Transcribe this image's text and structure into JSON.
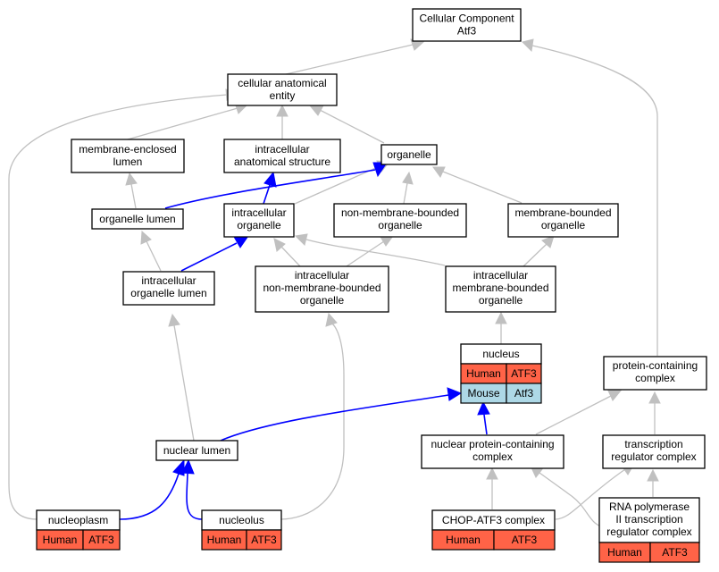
{
  "diagram": {
    "colors": {
      "human": "#ff6347",
      "mouse": "#add8e6",
      "edge_gray": "#c0c0c0",
      "edge_blue": "#0000ff"
    },
    "nodes": {
      "root": {
        "line1": "Cellular Component",
        "line2": "Atf3"
      },
      "cae": {
        "line1": "cellular anatomical",
        "line2": "entity"
      },
      "mel": {
        "line1": "membrane-enclosed",
        "line2": "lumen"
      },
      "ias": {
        "line1": "intracellular",
        "line2": "anatomical structure"
      },
      "organelle": {
        "line1": "organelle"
      },
      "olumen": {
        "line1": "organelle lumen"
      },
      "iorg": {
        "line1": "intracellular",
        "line2": "organelle"
      },
      "nmbo": {
        "line1": "non-membrane-bounded",
        "line2": "organelle"
      },
      "mbo": {
        "line1": "membrane-bounded",
        "line2": "organelle"
      },
      "iol": {
        "line1": "intracellular",
        "line2": "organelle lumen"
      },
      "inmbo": {
        "line1": "intracellular",
        "line2": "non-membrane-bounded",
        "line3": "organelle"
      },
      "imbo": {
        "line1": "intracellular",
        "line2": "membrane-bounded",
        "line3": "organelle"
      },
      "nucleus": {
        "line1": "nucleus",
        "human_label": "Human",
        "human_gene": "ATF3",
        "mouse_label": "Mouse",
        "mouse_gene": "Atf3"
      },
      "pcc": {
        "line1": "protein-containing",
        "line2": "complex"
      },
      "nlumen": {
        "line1": "nuclear lumen"
      },
      "npcc": {
        "line1": "nuclear protein-containing",
        "line2": "complex"
      },
      "trc": {
        "line1": "transcription",
        "line2": "regulator complex"
      },
      "nucleoplasm": {
        "line1": "nucleoplasm",
        "human_label": "Human",
        "human_gene": "ATF3"
      },
      "nucleolus": {
        "line1": "nucleolus",
        "human_label": "Human",
        "human_gene": "ATF3"
      },
      "chop": {
        "line1": "CHOP-ATF3 complex",
        "human_label": "Human",
        "human_gene": "ATF3"
      },
      "rnap": {
        "line1": "RNA polymerase",
        "line2": "II transcription",
        "line3": "regulator complex",
        "human_label": "Human",
        "human_gene": "ATF3"
      }
    }
  }
}
